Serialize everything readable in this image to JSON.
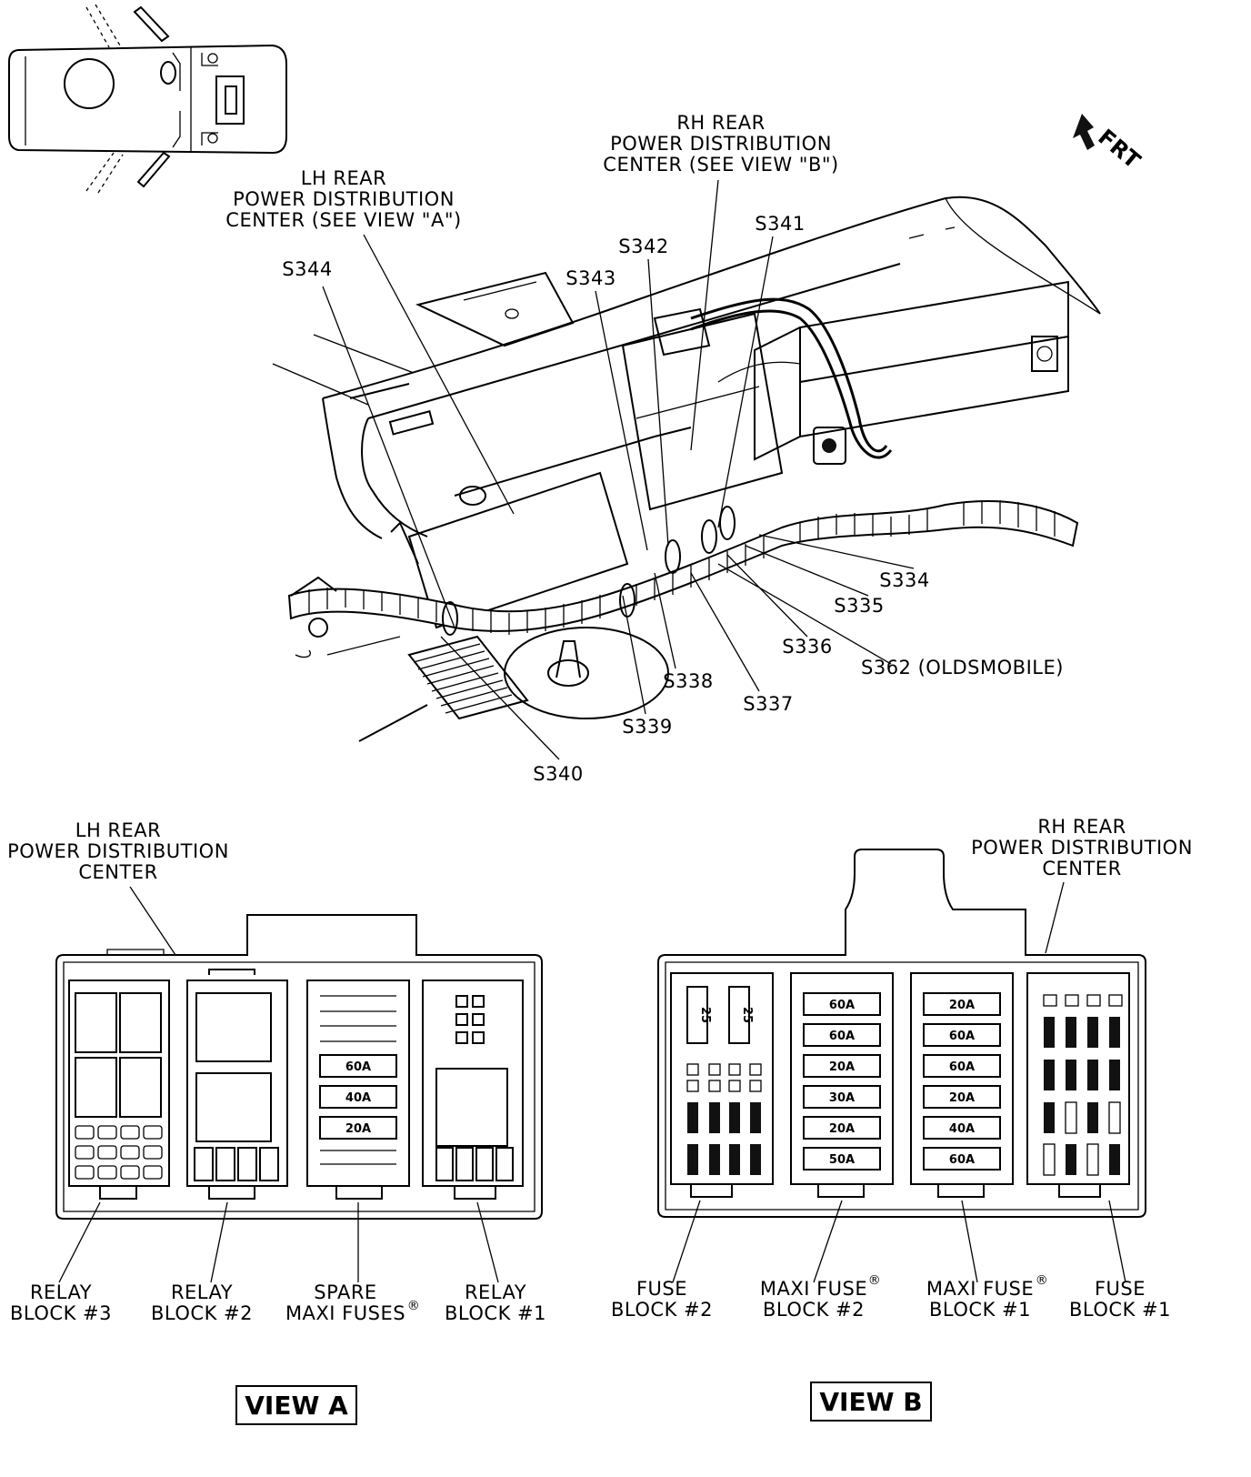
{
  "orientation": {
    "arrow_label": "FRT",
    "icon": "front-direction-arrow-icon"
  },
  "callouts": {
    "rh_rear_pdc_see_view_b": [
      "RH REAR",
      "POWER DISTRIBUTION",
      "CENTER (SEE VIEW \"B\")"
    ],
    "lh_rear_pdc_see_view_a": [
      "LH REAR",
      "POWER DISTRIBUTION",
      "CENTER (SEE VIEW \"A\")"
    ],
    "splices": {
      "s341": "S341",
      "s342": "S342",
      "s343": "S343",
      "s344": "S344",
      "s334": "S334",
      "s335": "S335",
      "s336": "S336",
      "s362": "S362 (OLDSMOBILE)",
      "s338": "S338",
      "s337": "S337",
      "s339": "S339",
      "s340": "S340"
    }
  },
  "view_a": {
    "title": "VIEW A",
    "center_label": [
      "LH REAR",
      "POWER DISTRIBUTION",
      "CENTER"
    ],
    "spare_fuses": [
      "60A",
      "40A",
      "20A"
    ],
    "blocks": [
      {
        "id": "relay-block-3",
        "label": [
          "RELAY",
          "BLOCK #3"
        ]
      },
      {
        "id": "relay-block-2",
        "label": [
          "RELAY",
          "BLOCK #2"
        ]
      },
      {
        "id": "spare-maxi-fuses",
        "label": [
          "SPARE",
          "MAXI FUSES"
        ],
        "marker": "®"
      },
      {
        "id": "relay-block-1",
        "label": [
          "RELAY",
          "BLOCK #1"
        ]
      }
    ]
  },
  "view_b": {
    "title": "VIEW B",
    "center_label": [
      "RH REAR",
      "POWER DISTRIBUTION",
      "CENTER"
    ],
    "fuse_block_2_top": [
      "25",
      "25"
    ],
    "maxi_fuse_block_2": [
      "60A",
      "60A",
      "20A",
      "30A",
      "20A",
      "50A"
    ],
    "maxi_fuse_block_1": [
      "20A",
      "60A",
      "60A",
      "20A",
      "40A",
      "60A"
    ],
    "blocks": [
      {
        "id": "fuse-block-2",
        "label": [
          "FUSE",
          "BLOCK #2"
        ]
      },
      {
        "id": "maxi-fuse-block-2",
        "label": [
          "MAXI FUSE",
          "BLOCK #2"
        ],
        "marker": "®"
      },
      {
        "id": "maxi-fuse-block-1",
        "label": [
          "MAXI FUSE",
          "BLOCK #1"
        ],
        "marker": "®"
      },
      {
        "id": "fuse-block-1",
        "label": [
          "FUSE",
          "BLOCK #1"
        ]
      }
    ]
  }
}
